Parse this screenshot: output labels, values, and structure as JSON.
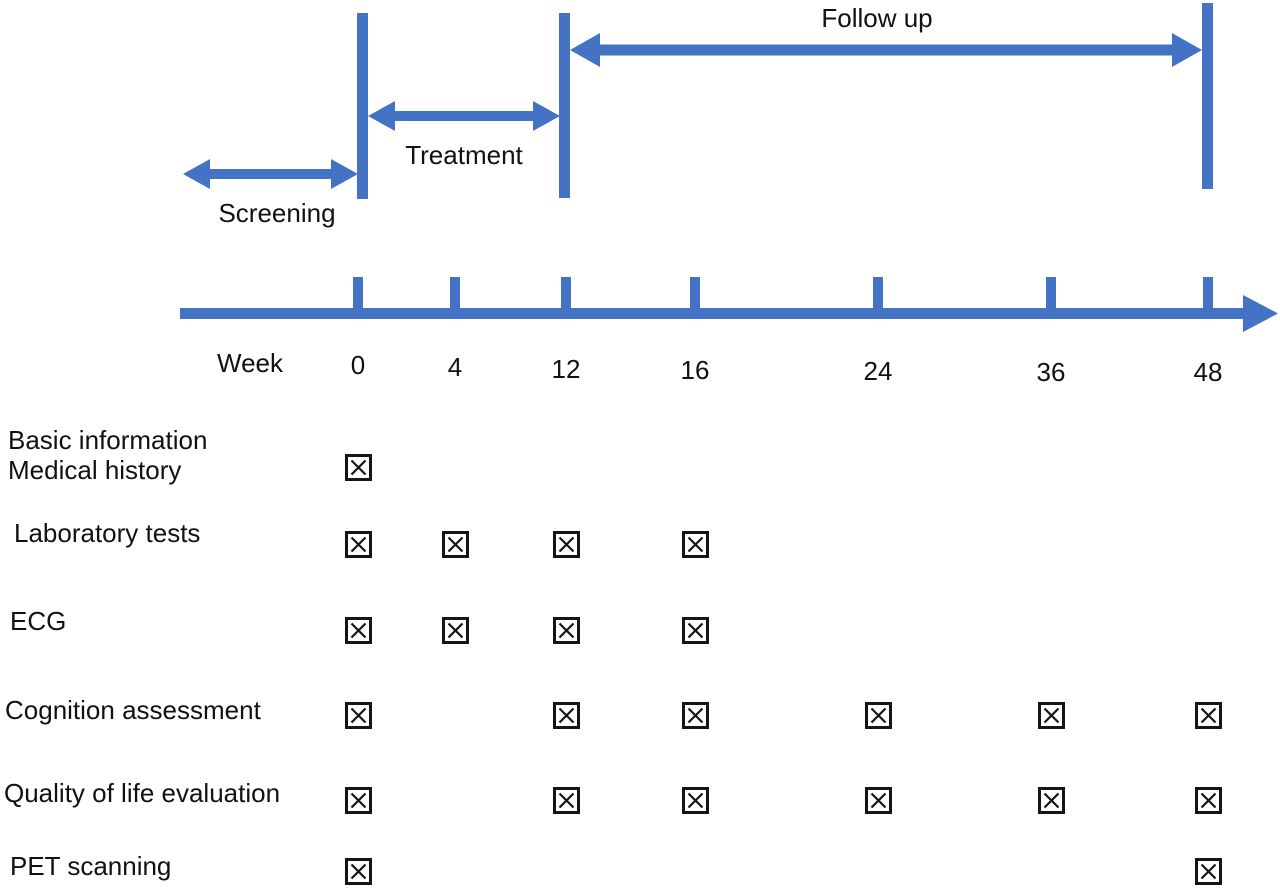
{
  "colors": {
    "accent": "#4472C4",
    "text": "#111111"
  },
  "phases": [
    {
      "label": "Screening"
    },
    {
      "label": "Treatment"
    },
    {
      "label": "Follow up"
    }
  ],
  "timeline": {
    "axis_label": "Week",
    "weeks": [
      "0",
      "4",
      "12",
      "16",
      "24",
      "36",
      "48"
    ]
  },
  "matrix": {
    "checkbox_symbol": "boxed-x",
    "rows": [
      {
        "label_lines": [
          "Basic information",
          "Medical history"
        ],
        "checked_weeks": [
          "0"
        ]
      },
      {
        "label_lines": [
          "Laboratory tests"
        ],
        "checked_weeks": [
          "0",
          "4",
          "12",
          "16"
        ]
      },
      {
        "label_lines": [
          "ECG"
        ],
        "checked_weeks": [
          "0",
          "4",
          "12",
          "16"
        ]
      },
      {
        "label_lines": [
          "Cognition assessment"
        ],
        "checked_weeks": [
          "0",
          "12",
          "16",
          "24",
          "36",
          "48"
        ]
      },
      {
        "label_lines": [
          "Quality of life evaluation"
        ],
        "checked_weeks": [
          "0",
          "12",
          "16",
          "24",
          "36",
          "48"
        ]
      },
      {
        "label_lines": [
          "PET scanning"
        ],
        "checked_weeks": [
          "0",
          "48"
        ]
      }
    ]
  }
}
